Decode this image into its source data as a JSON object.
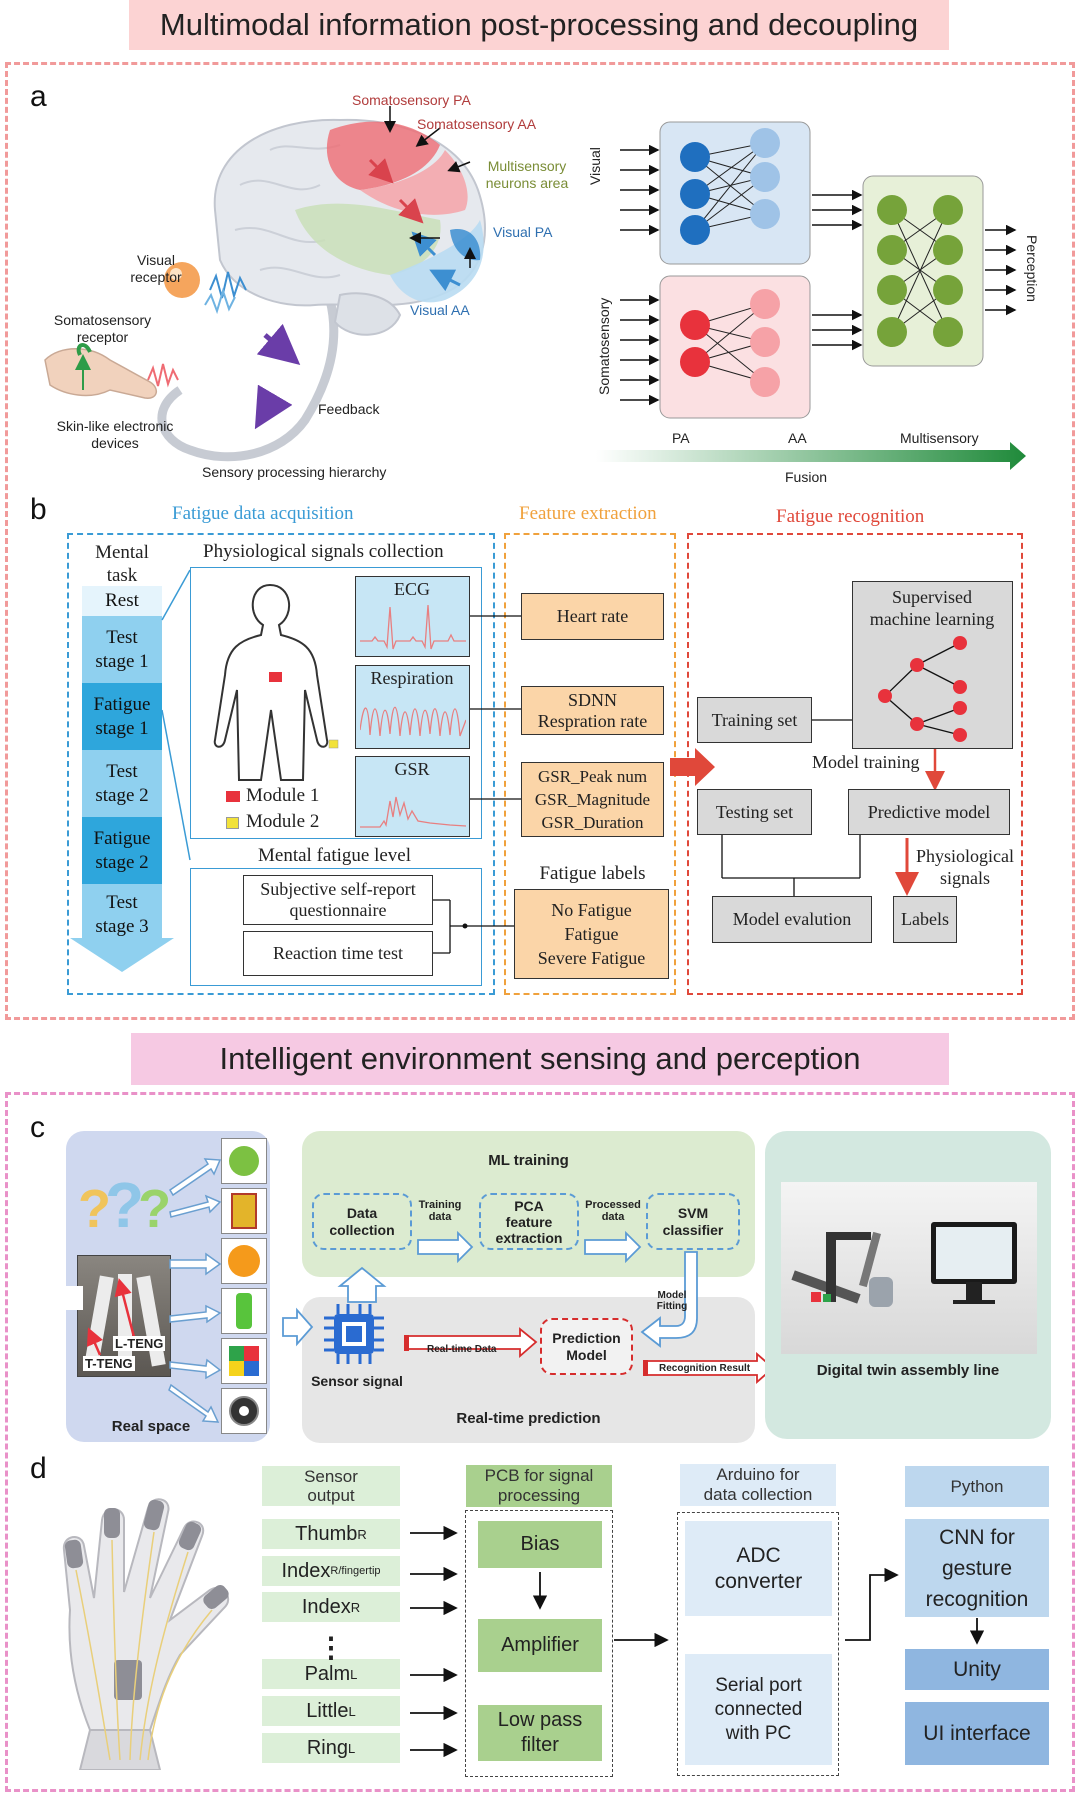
{
  "banners": {
    "top": "Multimodal information post-processing and decoupling",
    "middle": "Intelligent environment sensing and perception"
  },
  "panel_letters": {
    "a": "a",
    "b": "b",
    "c": "c",
    "d": "d"
  },
  "panel_a": {
    "brain_labels": {
      "somato_pa": "Somatosensory PA",
      "somato_aa": "Somatosensory AA",
      "multisensory_1": "Multisensory",
      "multisensory_2": "neurons area",
      "visual_pa": "Visual PA",
      "visual_aa": "Visual AA",
      "visual_receptor_1": "Visual",
      "visual_receptor_2": "receptor",
      "somato_receptor_1": "Somatosensory",
      "somato_receptor_2": "receptor",
      "skin_1": "Skin-like electronic",
      "skin_2": "devices",
      "feedback": "Feedback",
      "hierarchy": "Sensory processing hierarchy"
    },
    "network_labels": {
      "visual": "Visual",
      "somatosensory": "Somatosensory",
      "perception": "Perception",
      "pa": "PA",
      "aa": "AA",
      "multisensory": "Multisensory",
      "fusion": "Fusion"
    }
  },
  "panel_b": {
    "section_titles": {
      "acquisition": "Fatigue data acquisition",
      "feature": "Feature extraction",
      "recognition": "Fatigue recognition"
    },
    "mental_task": [
      "Mental",
      "task"
    ],
    "stages": [
      {
        "lines": [
          "Rest"
        ]
      },
      {
        "lines": [
          "Test",
          "stage 1"
        ]
      },
      {
        "lines": [
          "Fatigue",
          "stage 1"
        ]
      },
      {
        "lines": [
          "Test",
          "stage 2"
        ]
      },
      {
        "lines": [
          "Fatigue",
          "stage 2"
        ]
      },
      {
        "lines": [
          "Test",
          "stage 3"
        ]
      }
    ],
    "physio_title": "Physiological signals collection",
    "signals": {
      "ecg": "ECG",
      "respiration": "Respiration",
      "gsr": "GSR"
    },
    "modules": {
      "m1": "Module 1",
      "m2": "Module 2"
    },
    "fatigue_level_title": "Mental fatigue level",
    "questionnaire": [
      "Subjective self-report",
      "questionnaire"
    ],
    "reaction": "Reaction time test",
    "features": {
      "heart": "Heart rate",
      "sdnn_1": "SDNN",
      "sdnn_2": "Respration rate",
      "gsr_1": "GSR_Peak num",
      "gsr_2": "GSR_Magnitude",
      "gsr_3": "GSR_Duration"
    },
    "fatigue_labels_title": "Fatigue labels",
    "fatigue_labels": [
      "No Fatigue",
      "Fatigue",
      "Severe Fatigue"
    ],
    "recognition": {
      "training_set": "Training set",
      "supervised_1": "Supervised",
      "supervised_2": "machine learning",
      "model_training": "Model training",
      "testing_set": "Testing set",
      "predictive_model": "Predictive model",
      "physio_1": "Physiological",
      "physio_2": "signals",
      "model_evalution": "Model evalution",
      "labels": "Labels"
    }
  },
  "panel_c": {
    "real_space": "Real space",
    "l_teng": "L-TENG",
    "t_teng": "T-TENG",
    "ml_training": "ML training",
    "data_collection": [
      "Data",
      "collection"
    ],
    "training_data": [
      "Training",
      "data"
    ],
    "pca": [
      "PCA",
      "feature",
      "extraction"
    ],
    "processed_data": [
      "Processed",
      "data"
    ],
    "svm": [
      "SVM",
      "classifier"
    ],
    "model_fitting": [
      "Model",
      "Fitting"
    ],
    "sensor_signal": "Sensor signal",
    "realtime_data": "Real-time Data",
    "prediction_model": [
      "Prediction",
      "Model"
    ],
    "recognition_result": "Recognition Result",
    "realtime_prediction": "Real-time prediction",
    "digital_twin": "Digital twin assembly line"
  },
  "panel_d": {
    "sensor_output": [
      "Sensor",
      "output"
    ],
    "sensors": [
      {
        "base": "Thumb",
        "sub": "R"
      },
      {
        "base": "Index",
        "sub": "R/fingertip"
      },
      {
        "base": "Index",
        "sub": "R"
      },
      {
        "base": "Palm",
        "sub": "L"
      },
      {
        "base": "Little",
        "sub": "L"
      },
      {
        "base": "Ring",
        "sub": "L"
      }
    ],
    "ellipsis": "⋮",
    "pcb_title": [
      "PCB for signal",
      "processing"
    ],
    "bias": "Bias",
    "amplifier": "Amplifier",
    "low_pass": [
      "Low pass",
      "filter"
    ],
    "arduino_title": [
      "Arduino for",
      "data collection"
    ],
    "adc": [
      "ADC",
      "converter"
    ],
    "serial": [
      "Serial port",
      "connected",
      "with PC"
    ],
    "python": "Python",
    "cnn": [
      "CNN for",
      "gesture",
      "recognition"
    ],
    "unity": "Unity",
    "ui_interface": "UI interface"
  },
  "colors": {
    "banner_top": "#fcd3d3",
    "banner_mid": "#f6c9e3",
    "box_top": "#f19a9a",
    "box_bottom": "#e991c8",
    "acq": "#3a9bd5",
    "feat": "#f0a13c",
    "recog": "#e0483a"
  }
}
